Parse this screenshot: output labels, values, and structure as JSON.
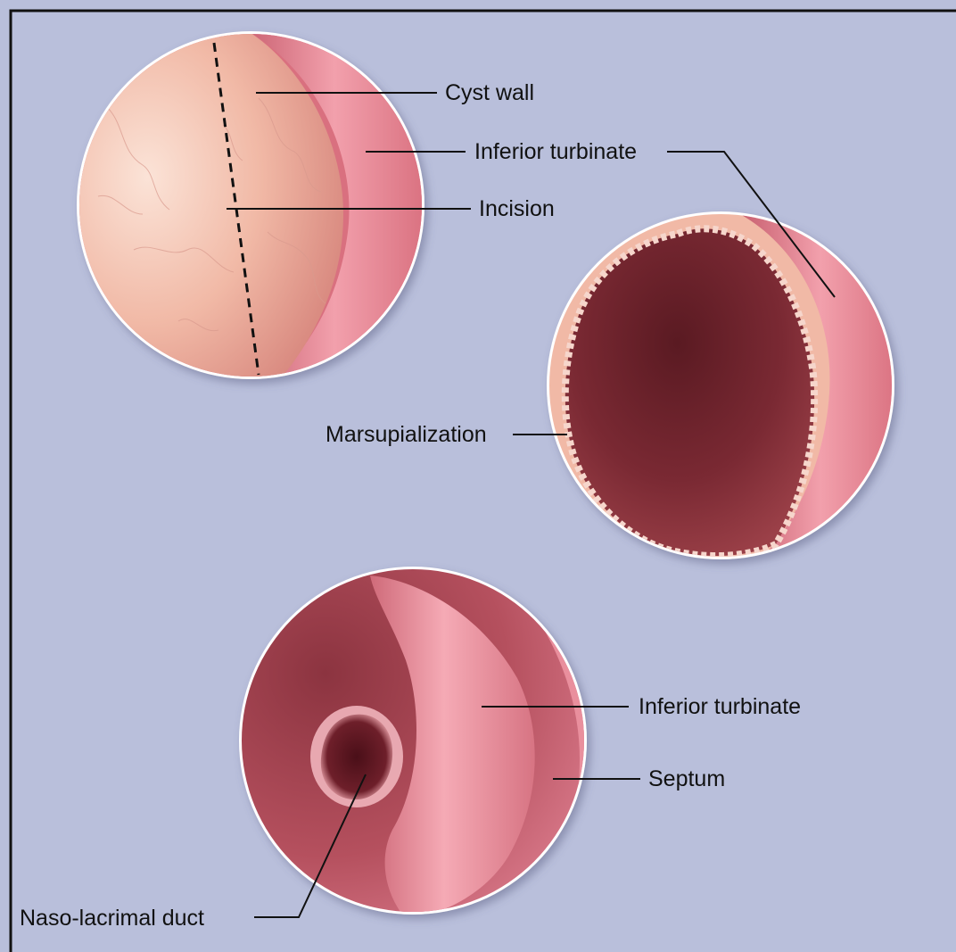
{
  "labels": {
    "cyst_wall": "Cyst wall",
    "inferior_turbinate_top": "Inferior turbinate",
    "incision": "Incision",
    "marsupialization": "Marsupialization",
    "inferior_turbinate_bottom": "Inferior turbinate",
    "septum": "Septum",
    "naso_lacrimal_duct": "Naso-lacrimal duct"
  },
  "colors": {
    "background": "#b9bfdb",
    "frame": "#111111",
    "circle_border": "#ffffff",
    "cyst": "#f3c3b2",
    "turbinate": "#e68a98",
    "cavity": "#7e2a34"
  }
}
